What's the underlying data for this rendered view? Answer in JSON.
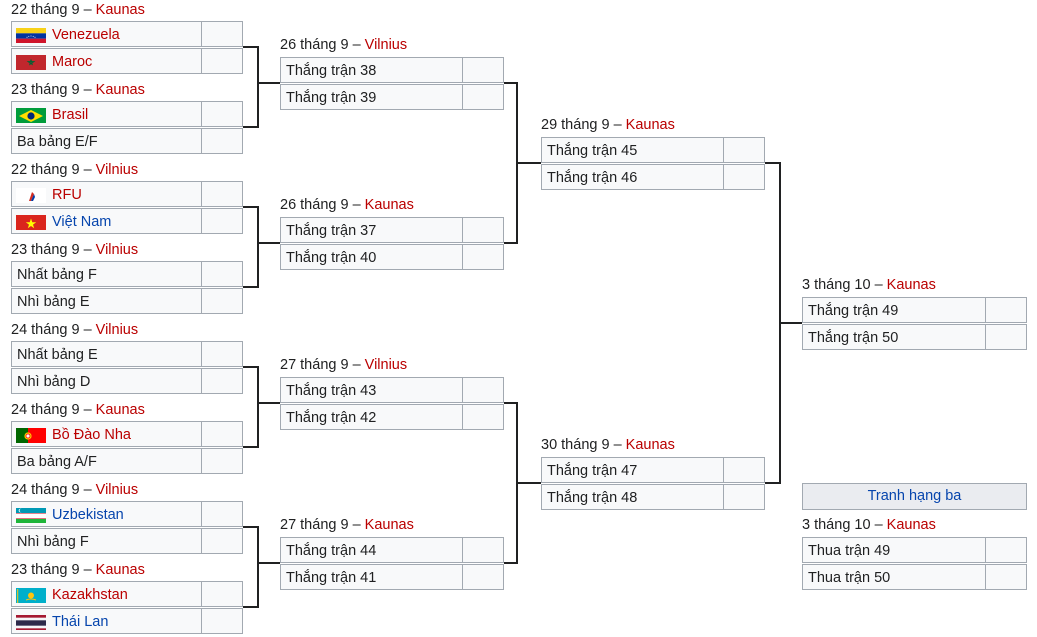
{
  "r16": [
    {
      "date": "22 tháng 9",
      "venue": "Kaunas",
      "teams": [
        {
          "name": "Venezuela",
          "flag": "venezuela",
          "link": "red"
        },
        {
          "name": "Maroc",
          "flag": "morocco",
          "link": "red"
        }
      ]
    },
    {
      "date": "23 tháng 9",
      "venue": "Kaunas",
      "teams": [
        {
          "name": "Brasil",
          "flag": "brazil",
          "link": "red"
        },
        {
          "name": "Ba bảng E/F",
          "flag": "",
          "link": "none"
        }
      ]
    },
    {
      "date": "22 tháng 9",
      "venue": "Vilnius",
      "teams": [
        {
          "name": "RFU",
          "flag": "rfu",
          "link": "red"
        },
        {
          "name": "Việt Nam",
          "flag": "vietnam",
          "link": "blue"
        }
      ]
    },
    {
      "date": "23 tháng 9",
      "venue": "Vilnius",
      "teams": [
        {
          "name": "Nhất bảng F",
          "flag": "",
          "link": "none"
        },
        {
          "name": "Nhì bảng E",
          "flag": "",
          "link": "none"
        }
      ]
    },
    {
      "date": "24 tháng 9",
      "venue": "Vilnius",
      "teams": [
        {
          "name": "Nhất bảng E",
          "flag": "",
          "link": "none"
        },
        {
          "name": "Nhì bảng D",
          "flag": "",
          "link": "none"
        }
      ]
    },
    {
      "date": "24 tháng 9",
      "venue": "Kaunas",
      "teams": [
        {
          "name": "Bồ Đào Nha",
          "flag": "portugal",
          "link": "red"
        },
        {
          "name": "Ba bảng A/F",
          "flag": "",
          "link": "none"
        }
      ]
    },
    {
      "date": "24 tháng 9",
      "venue": "Vilnius",
      "teams": [
        {
          "name": "Uzbekistan",
          "flag": "uzbekistan",
          "link": "blue"
        },
        {
          "name": "Nhì bảng F",
          "flag": "",
          "link": "none"
        }
      ]
    },
    {
      "date": "23 tháng 9",
      "venue": "Kaunas",
      "teams": [
        {
          "name": "Kazakhstan",
          "flag": "kazakhstan",
          "link": "red"
        },
        {
          "name": "Thái Lan",
          "flag": "thailand",
          "link": "blue"
        }
      ]
    }
  ],
  "qf": [
    {
      "date": "26 tháng 9",
      "venue": "Vilnius",
      "teams": [
        "Thắng trận 38",
        "Thắng trận 39"
      ]
    },
    {
      "date": "26 tháng 9",
      "venue": "Kaunas",
      "teams": [
        "Thắng trận 37",
        "Thắng trận 40"
      ]
    },
    {
      "date": "27 tháng 9",
      "venue": "Vilnius",
      "teams": [
        "Thắng trận 43",
        "Thắng trận 42"
      ]
    },
    {
      "date": "27 tháng 9",
      "venue": "Kaunas",
      "teams": [
        "Thắng trận 44",
        "Thắng trận 41"
      ]
    }
  ],
  "sf": [
    {
      "date": "29 tháng 9",
      "venue": "Kaunas",
      "teams": [
        "Thắng trận 45",
        "Thắng trận 46"
      ]
    },
    {
      "date": "30 tháng 9",
      "venue": "Kaunas",
      "teams": [
        "Thắng trận 47",
        "Thắng trận 48"
      ]
    }
  ],
  "final": {
    "date": "3 tháng 10",
    "venue": "Kaunas",
    "teams": [
      "Thắng trận 49",
      "Thắng trận 50"
    ]
  },
  "third_place": {
    "title": "Tranh hạng ba",
    "date": "3 tháng 10",
    "venue": "Kaunas",
    "teams": [
      "Thua trận 49",
      "Thua trận 50"
    ]
  },
  "separator": " – ",
  "colors": {
    "link": "#ba0000",
    "blue_link": "#0645ad",
    "border": "#a2a9b1",
    "cell": "#f8f9fa",
    "connector": "#202122"
  }
}
